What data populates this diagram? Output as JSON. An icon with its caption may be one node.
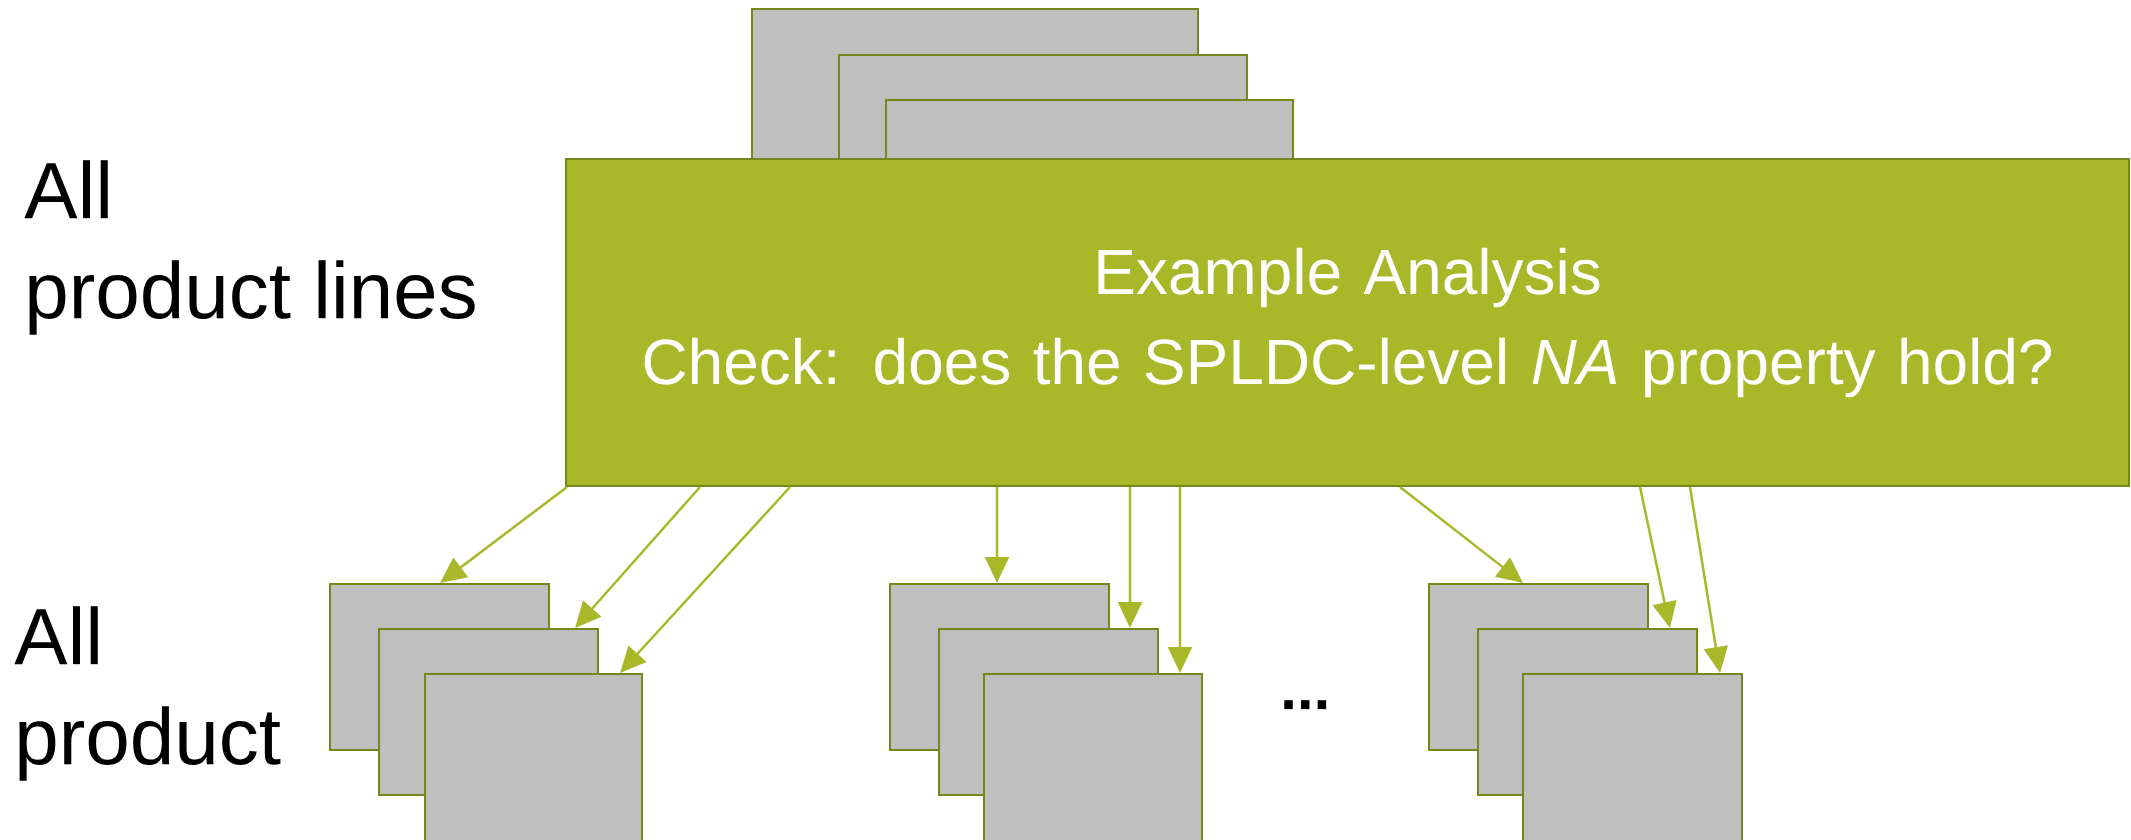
{
  "diagram": {
    "nodes": [
      {
        "text": [],
        "shape": "box"
      },
      {
        "text": [],
        "shape": "box"
      },
      {
        "text": [],
        "shape": "box"
      },
      {
        "text": [
          "Example Analysis",
          "Check: does the SPLDC-level *NA* property hold?"
        ]
      },
      {
        "text": [],
        "shape": "box"
      },
      {
        "text": [],
        "shape": "box"
      },
      {
        "text": [],
        "shape": "box"
      },
      {
        "text": [],
        "shape": "box"
      },
      {
        "text": [],
        "shape": "box"
      },
      {
        "text": [],
        "shape": "box"
      },
      {
        "text": [],
        "shape": "box"
      },
      {
        "text": [],
        "shape": "box"
      },
      {
        "text": [],
        "shape": "box"
      }
    ],
    "edges": [
      {
        "from": 3,
        "to": 4,
        "arrow": "to"
      },
      {
        "from": 3,
        "to": 5,
        "arrow": "to"
      },
      {
        "from": 3,
        "to": 6,
        "arrow": "to"
      },
      {
        "from": 3,
        "to": 7,
        "arrow": "to"
      },
      {
        "from": 3,
        "to": 8,
        "arrow": "to"
      },
      {
        "from": 3,
        "to": 9,
        "arrow": "to"
      },
      {
        "from": 3,
        "to": 10,
        "arrow": "to"
      },
      {
        "from": 3,
        "to": 11,
        "arrow": "to"
      },
      {
        "from": 3,
        "to": 12,
        "arrow": "to"
      }
    ],
    "labels": [
      "All product lines",
      "All product",
      "..."
    ]
  }
}
